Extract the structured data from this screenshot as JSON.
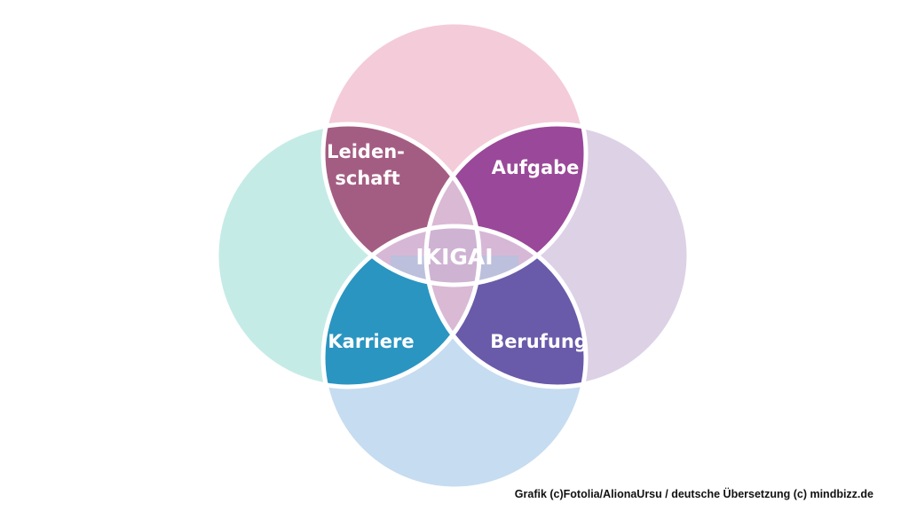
{
  "diagram": {
    "labels": {
      "passion_line1": "Leiden-",
      "passion_line2": "schaft",
      "mission": "Aufgabe",
      "profession": "Karriere",
      "vocation": "Berufung",
      "center": "IKIGAI"
    },
    "colors": {
      "top": "#f4cbd9",
      "left": "#c5ebe6",
      "right": "#ddd1e6",
      "bottom": "#c6dcf0",
      "passion": "#a45d82",
      "mission": "#9a4899",
      "profession": "#2a95c1",
      "vocation": "#6a5aaa",
      "lens_upper": "#d6b8d6",
      "lens_left": "#d9b9d4",
      "lens_right": "#d3b6d6",
      "lens_lower": "#bcc0dc",
      "center": "#cfb3d3",
      "stroke": "#ffffff"
    }
  },
  "footer": {
    "credit": "Grafik (c)Fotolia/AlionaUrsu / deutsche Übersetzung (c) mindbizz.de"
  }
}
